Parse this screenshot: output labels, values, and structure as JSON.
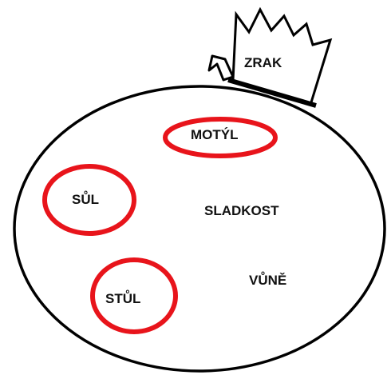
{
  "words": {
    "zrak": "ZRAK",
    "motyl": "MOTÝL",
    "sul": "SŮL",
    "sladkost": "SLADKOST",
    "vune": "VŮNĚ",
    "stul": "STŮL"
  },
  "circled_words": [
    "MOTÝL",
    "SŮL",
    "STŮL"
  ],
  "colors": {
    "outline": "#000000",
    "circle_highlight": "#e8141b",
    "background": "#ffffff"
  }
}
